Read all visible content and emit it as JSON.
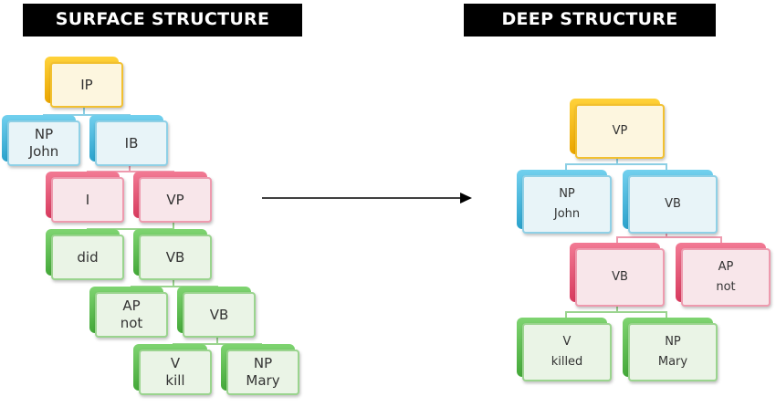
{
  "titles": {
    "surface": "SURFACE STRUCTURE",
    "deep": "DEEP STRUCTURE"
  },
  "surface": {
    "ip": "IP",
    "np_john": [
      "NP",
      "John"
    ],
    "ib": "IB",
    "i": "I",
    "vp": "VP",
    "did": "did",
    "vb": "VB",
    "ap_not": [
      "AP",
      "not"
    ],
    "vb2": "VB",
    "v_kill": [
      "V",
      "kill"
    ],
    "np_mary": [
      "NP",
      "Mary"
    ]
  },
  "deep": {
    "vp": "VP",
    "np_john": [
      "NP",
      "John"
    ],
    "vb": "VB",
    "vb2": "VB",
    "ap_not": [
      "AP",
      "not"
    ],
    "v_killed": [
      "V",
      "killed"
    ],
    "np_mary": [
      "NP",
      "Mary"
    ]
  },
  "colors": {
    "yellow": "#f5b800",
    "blue": "#3cb4dc",
    "red": "#e4547a",
    "green": "#55b848",
    "arrow": "#000000"
  }
}
